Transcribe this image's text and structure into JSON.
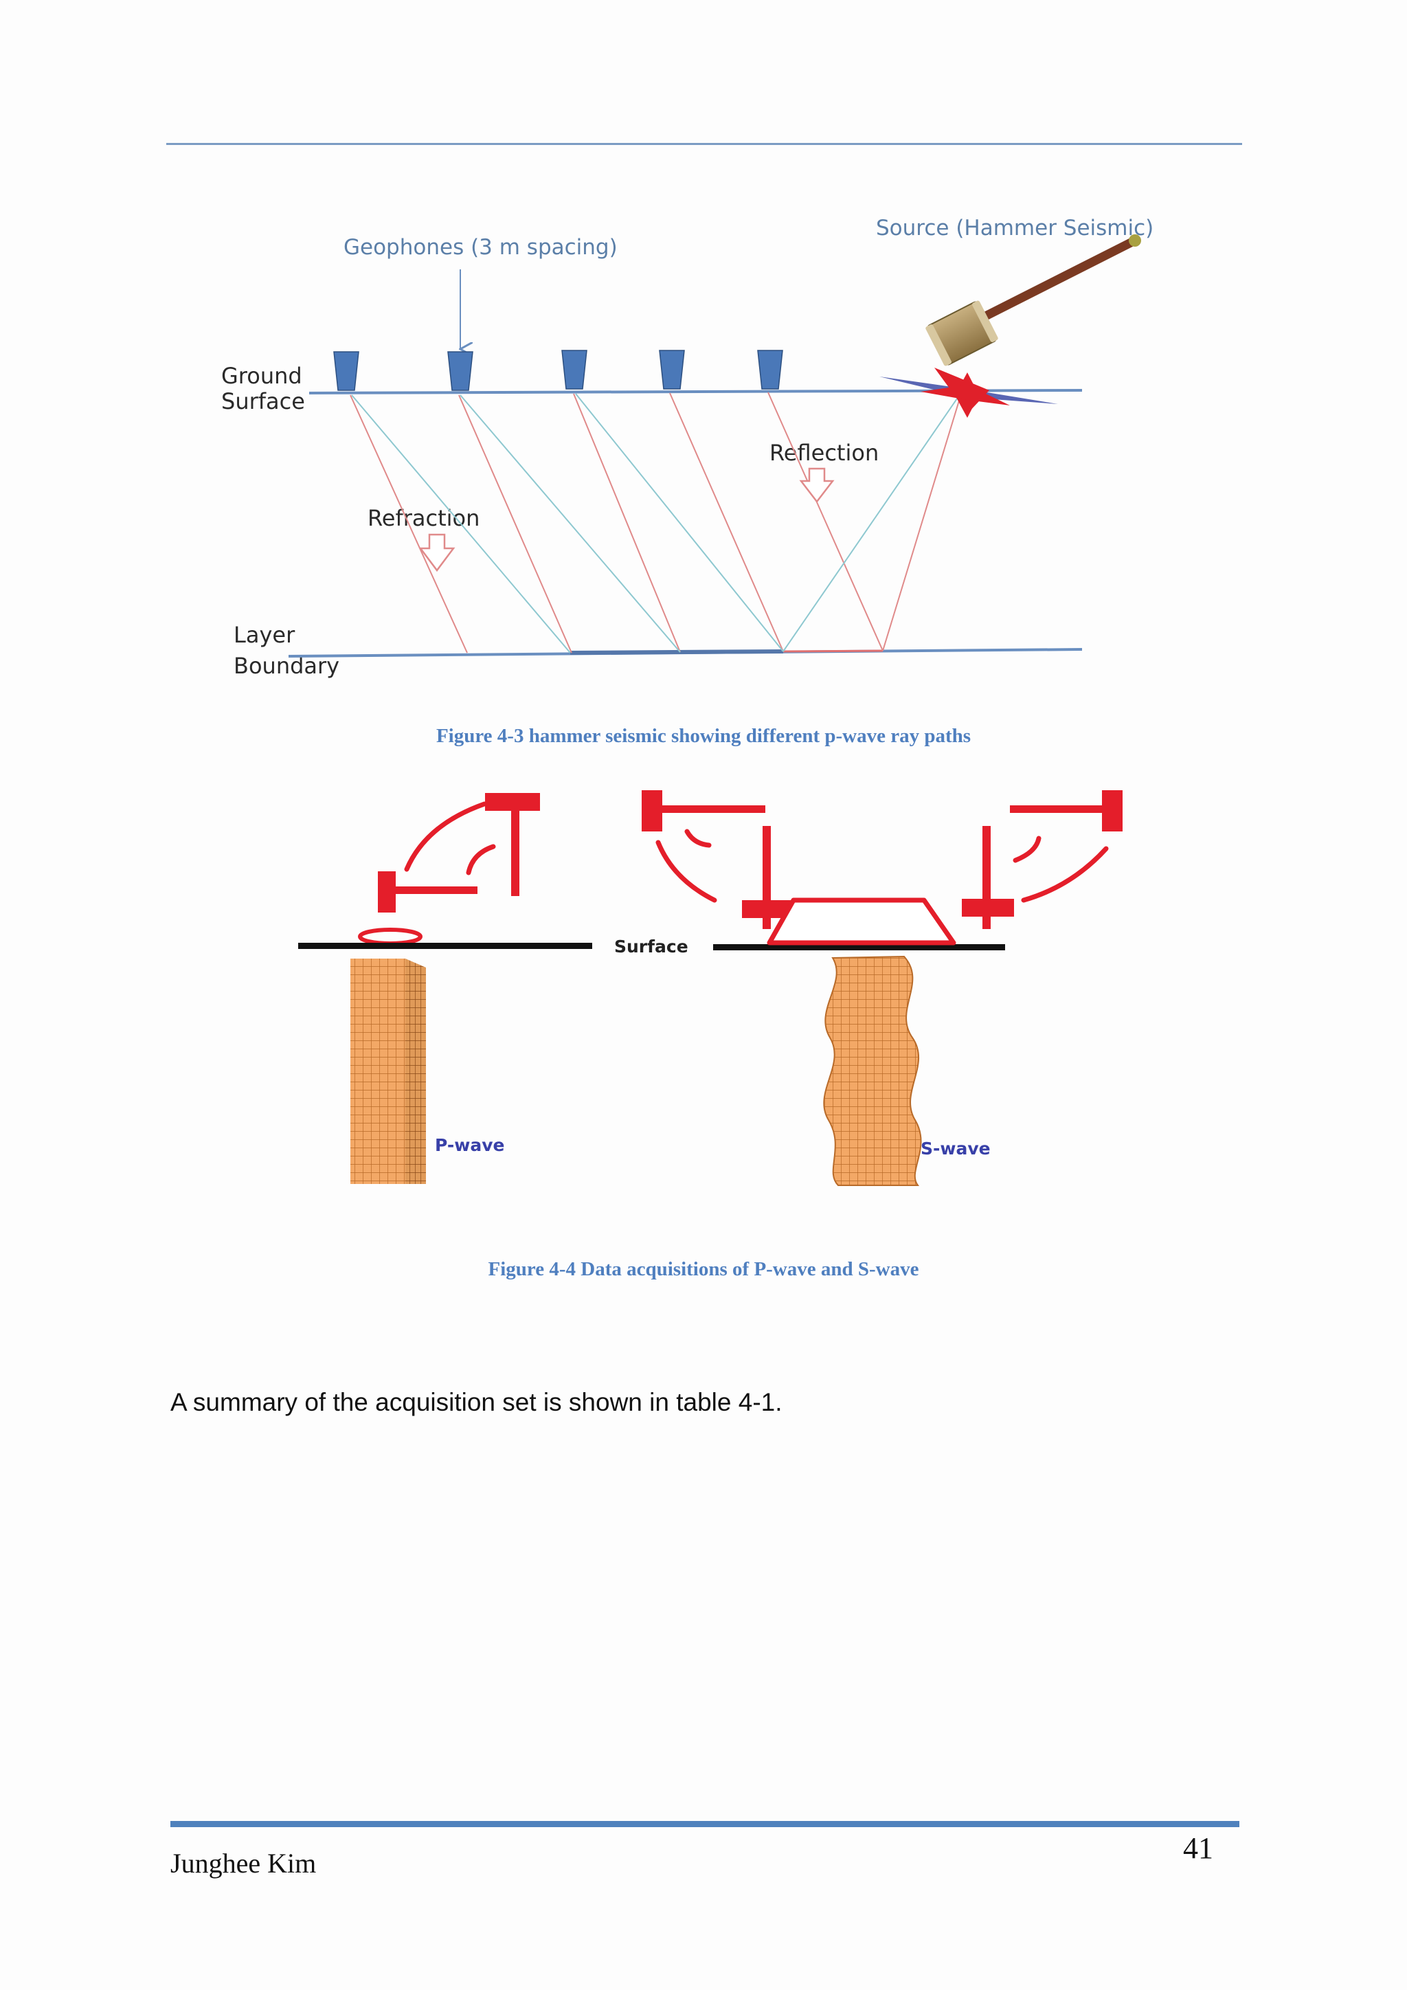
{
  "figure1": {
    "label_geophones": "Geophones (3  m spacing)",
    "label_source": "Source (Hammer Seismic)",
    "label_ground_line1": "Ground",
    "label_ground_line2": "Surface",
    "label_reflection": "Reflection",
    "label_refraction": "Refraction",
    "label_layer_line1": "Layer",
    "label_layer_line2": "Boundary",
    "caption": "Figure 4-3 hammer seismic showing different p-wave ray paths",
    "colors": {
      "ground": "#6a8fc0",
      "refraction_ray": "#e08a8a",
      "reflection_ray": "#8ec8d0",
      "geophone": "#4a78b8",
      "source": "#e0202a"
    }
  },
  "figure2": {
    "label_surface": "Surface",
    "label_pwave": "P-wave",
    "label_swave": "S-wave",
    "caption": "Figure 4-4 Data acquisitions of P-wave and S-wave",
    "colors": {
      "hammer": "#e41e2a",
      "block": "#f0a060",
      "grid": "#b86a28"
    }
  },
  "body": {
    "summary": "A summary of the acquisition set is shown in table 4-1."
  },
  "footer": {
    "author": "Junghee Kim",
    "page_number": "41"
  }
}
